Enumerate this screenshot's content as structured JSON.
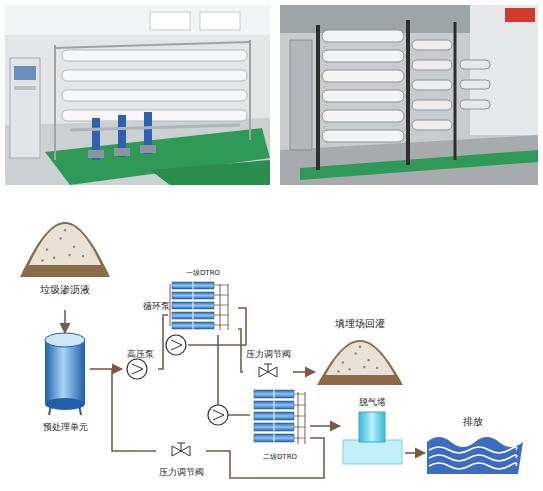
{
  "diagram": {
    "nodes": [
      {
        "text": [
          "垃圾渗沥液"
        ]
      },
      {
        "text": [
          "一级DTRO"
        ]
      },
      {
        "text": [
          "循环泵"
        ]
      },
      {
        "text": [
          "填埋场回灌"
        ]
      },
      {
        "text": [
          "高压泵"
        ]
      },
      {
        "text": [
          "压力调节阀"
        ]
      },
      {
        "text": [
          "预处理单元"
        ]
      },
      {
        "text": [
          "脱气塔"
        ]
      },
      {
        "text": [
          "二级DTRO"
        ]
      },
      {
        "text": [
          "排放"
        ]
      },
      {
        "text": [
          "压力调节阀"
        ]
      }
    ],
    "edges": [
      {
        "from": 0,
        "to": 6,
        "arrow": "to"
      },
      {
        "from": 6,
        "to": 4,
        "arrow": "to"
      },
      {
        "from": 4,
        "to": 1,
        "arrow": "none"
      },
      {
        "from": 2,
        "to": 1,
        "arrow": "none"
      },
      {
        "from": 1,
        "to": 5,
        "arrow": "none"
      },
      {
        "from": 5,
        "to": 3,
        "arrow": "to"
      },
      {
        "from": 1,
        "to": 8,
        "arrow": "none"
      },
      {
        "from": 8,
        "to": 7,
        "arrow": "to"
      },
      {
        "from": 7,
        "to": 9,
        "arrow": "to"
      },
      {
        "from": 8,
        "to": 10,
        "arrow": "none"
      },
      {
        "from": 10,
        "to": 4,
        "arrow": "none"
      }
    ]
  }
}
